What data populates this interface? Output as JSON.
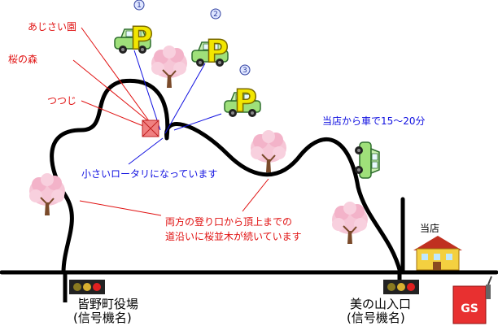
{
  "labels": {
    "ajisai": "あじさい園",
    "sakura_forest": "桜の森",
    "tsutsuji": "つつじ",
    "shop_car_time": "当店から車で15〜20分",
    "rotary": "小さいロータリになっています",
    "cherry_line1": "両方の登り口から頂上までの",
    "cherry_line2": "道沿いに桜並木が続いています",
    "shop": "当店",
    "signal_left_name": "皆野町役場",
    "signal_left_sub": "(信号機名)",
    "signal_right_name": "美の山入口",
    "signal_right_sub": "(信号機名)",
    "gas_station": "GS"
  },
  "parking": [
    {
      "number": "1",
      "letter": "P"
    },
    {
      "number": "2",
      "letter": "P"
    },
    {
      "number": "3",
      "letter": "P"
    }
  ],
  "colors": {
    "red_text": "#e01010",
    "blue_text": "#1010e0",
    "parking_letter": "#f2e600",
    "car_green": "#9fe07a",
    "road": "#000000"
  }
}
